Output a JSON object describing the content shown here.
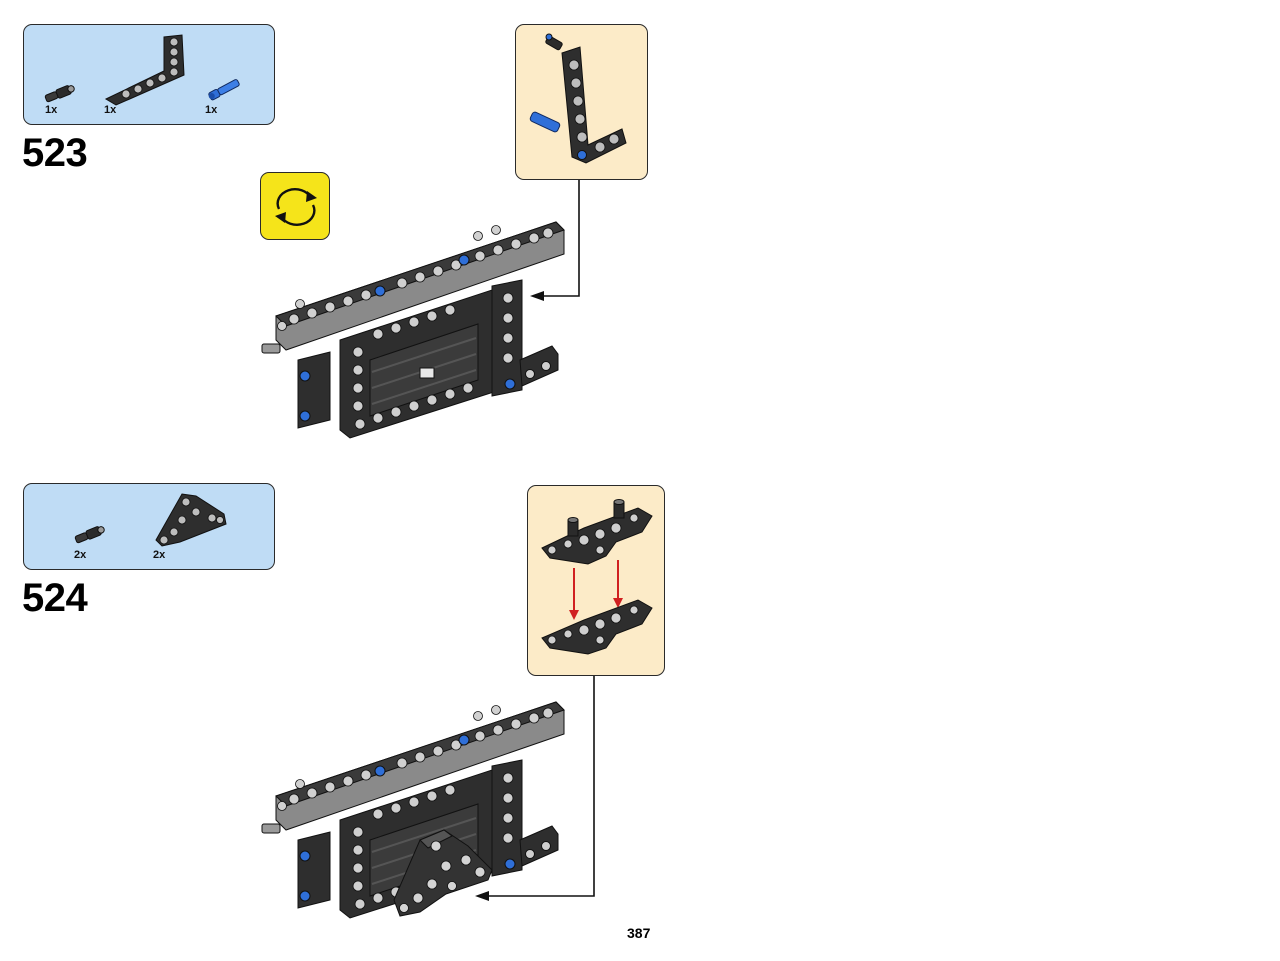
{
  "page": {
    "number": "387"
  },
  "steps": [
    {
      "number": "523",
      "parts": [
        {
          "qty": "1x",
          "icon": "black-axle-pin-icon",
          "color": "#2b2b2b"
        },
        {
          "qty": "1x",
          "icon": "black-l-beam-icon",
          "color": "#2b2b2b"
        },
        {
          "qty": "1x",
          "icon": "blue-axle-pin-icon",
          "color": "#2f6fd8"
        }
      ],
      "rotate_icon": "rotate-model-icon"
    },
    {
      "number": "524",
      "parts": [
        {
          "qty": "2x",
          "icon": "black-axle-pin-icon",
          "color": "#2b2b2b"
        },
        {
          "qty": "2x",
          "icon": "black-triangle-connector-icon",
          "color": "#2b2b2b"
        }
      ]
    }
  ],
  "colors": {
    "parts_box_bg": "#bfdcf5",
    "callout_bg": "#fcebc8",
    "rotate_bg": "#f5e41a",
    "brick_dark": "#2e2e2e",
    "brick_light": "#c8c8c8",
    "pin_blue": "#2f6fd8",
    "arrow_red": "#d02020"
  }
}
